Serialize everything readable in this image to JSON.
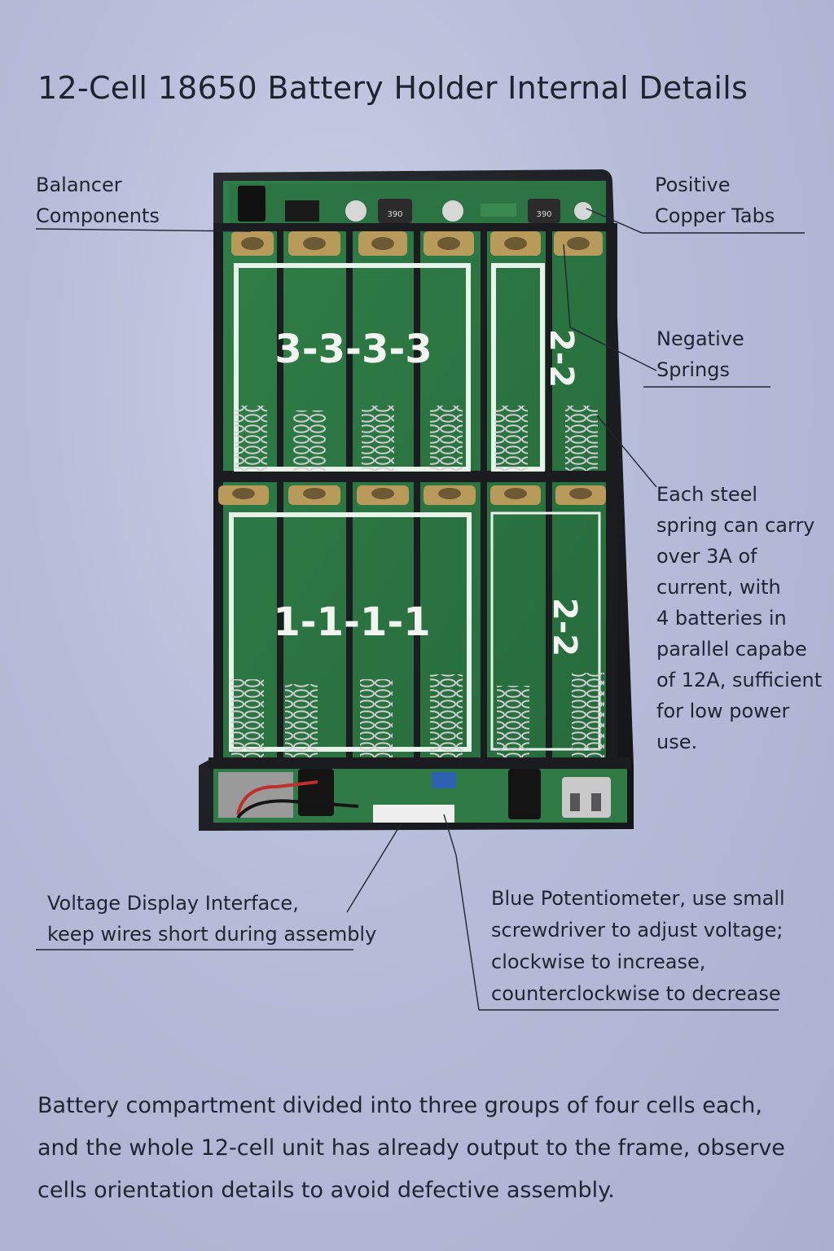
{
  "title": "12-Cell 18650 Battery Holder Internal Details",
  "callouts": {
    "balancer": [
      "Balancer",
      "Components"
    ],
    "positive_tabs": [
      "Positive",
      "Copper Tabs"
    ],
    "negative_springs": [
      "Negative",
      "Springs"
    ],
    "steel_spring": [
      "Each steel",
      "spring can carry",
      "over 3A of",
      "current, with",
      "4 batteries in",
      "parallel capabe",
      "of 12A, sufficient",
      "for low power",
      "use."
    ],
    "voltage_display": [
      "Voltage Display Interface,",
      "keep wires short during assembly"
    ],
    "potentiometer": [
      "Blue Potentiometer, use small",
      "screwdriver to adjust voltage;",
      "clockwise to increase,",
      "counterclockwise to decrease"
    ]
  },
  "pcb_markings": {
    "group_top": "3-3-3-3",
    "group_bottom": "1-1-1-1",
    "group_right_top": "2-2",
    "group_right_bottom": "2-2",
    "inductor_left": "390",
    "inductor_right": "390"
  },
  "bottom_note": [
    "Battery compartment divided into three groups of four cells each,",
    "and the whole 12-cell unit has already output to the frame, observe",
    "cells orientation details to avoid defective assembly."
  ],
  "colors": {
    "background": "#b6bcd8",
    "pcb_green": "#2f7a45",
    "frame_black": "#1b1d22",
    "spring_steel": "#c8c8c8",
    "copper_tab": "#b89a5a",
    "potentiometer_blue": "#2f5fb0"
  }
}
